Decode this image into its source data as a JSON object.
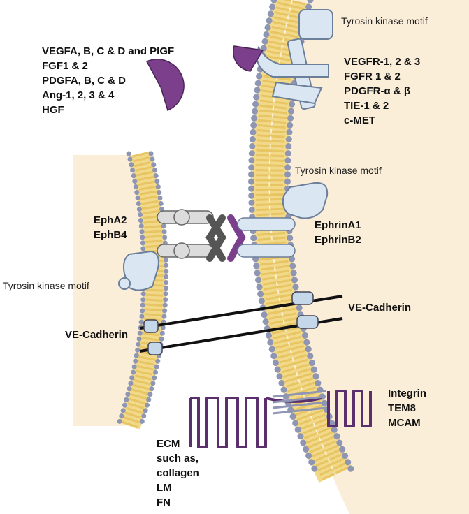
{
  "labels": {
    "ligands": [
      "VEGFA, B, C & D and PIGF",
      "FGF1 & 2",
      "PDGFA, B, C & D",
      "Ang-1, 2, 3 & 4",
      "HGF"
    ],
    "receptors": [
      "VEGFR-1, 2 & 3",
      "FGFR 1 & 2",
      "PDGFR-α & β",
      "TIE-1 & 2",
      "c-MET"
    ],
    "tyrosin_motif_top": "Tyrosin kinase motif",
    "tyrosin_motif_mid": "Tyrosin kinase motif",
    "tyrosin_motif_left": "Tyrosin kinase motif",
    "eph_left": [
      "EphA2",
      "EphB4"
    ],
    "ephrin_right": [
      "EphrinA1",
      "EphrinB2"
    ],
    "ve_cadherin_right": "VE-Cadherin",
    "ve_cadherin_left": "VE-Cadherin",
    "integrin_group": [
      "Integrin",
      "TEM8",
      "MCAM"
    ],
    "ecm_group": [
      "ECM",
      "such as,",
      "collagen",
      "LM",
      "FN"
    ]
  },
  "colors": {
    "cell_fill": "#fbeed9",
    "membrane_core": "#f2d98a",
    "lipid_tail": "#d9b447",
    "head_group": "#8e96b4",
    "receptor_fill": "#dbe6f3",
    "receptor_stroke": "#6c7f9a",
    "ligand_purple": "#7b3f8c",
    "eph_grey": "#dcdcdc",
    "eph_dark": "#555555",
    "ecm_purple": "#5b2f6e",
    "cadherin_blue": "#c4d8ea"
  }
}
